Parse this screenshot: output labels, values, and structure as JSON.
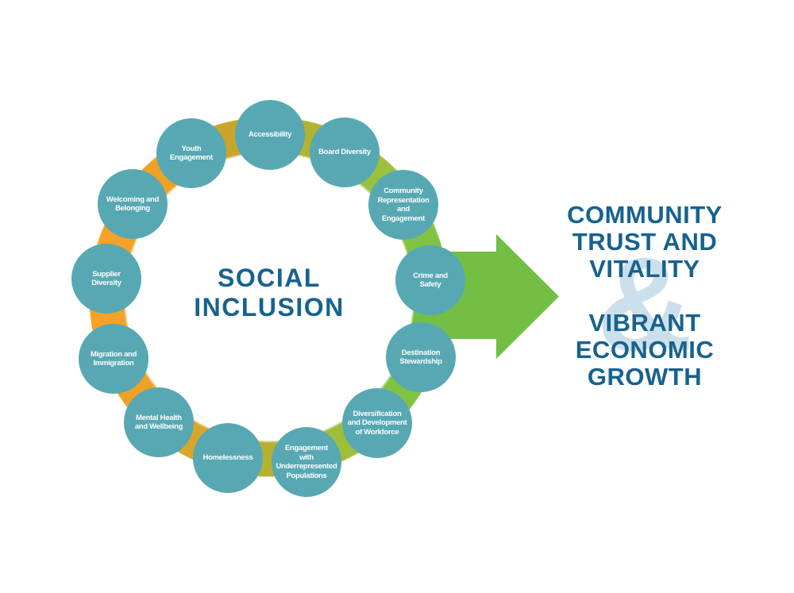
{
  "diagram": {
    "center": {
      "title": "SOCIAL\nINCLUSION"
    },
    "bubbles": [
      {
        "label": "Accessibility"
      },
      {
        "label": "Board Diversity"
      },
      {
        "label": "Community\nRepresentation\nand\nEngagement"
      },
      {
        "label": "Crime and\nSafety"
      },
      {
        "label": "Destination\nStewardship"
      },
      {
        "label": "Diversification\nand Development\nof Workforce"
      },
      {
        "label": "Engagement\nwith\nUnderrepresented\nPopulations"
      },
      {
        "label": "Homelessness"
      },
      {
        "label": "Mental Health\nand Wellbeing"
      },
      {
        "label": "Migration and\nImmigration"
      },
      {
        "label": "Supplier\nDiversity"
      },
      {
        "label": "Welcoming and\nBelonging"
      },
      {
        "label": "Youth\nEngagement"
      }
    ],
    "outcome": {
      "top": "COMMUNITY\nTRUST AND\nVITALITY",
      "ampersand": "&",
      "bottom": "VIBRANT\nECONOMIC\nGROWTH"
    },
    "colors": {
      "bubble_teal": "#57A8B3",
      "heading_blue": "#17628E",
      "ampersand_light_blue": "#CCE0EB",
      "arrow_green": "#72BF44",
      "ring_orange": "#F5A227",
      "ring_gold": "#C9A52B",
      "ring_olive": "#B2B233",
      "ring_green": "#7FC341",
      "bubble_text": "#FFFFFF",
      "background": "#FFFFFF"
    }
  }
}
